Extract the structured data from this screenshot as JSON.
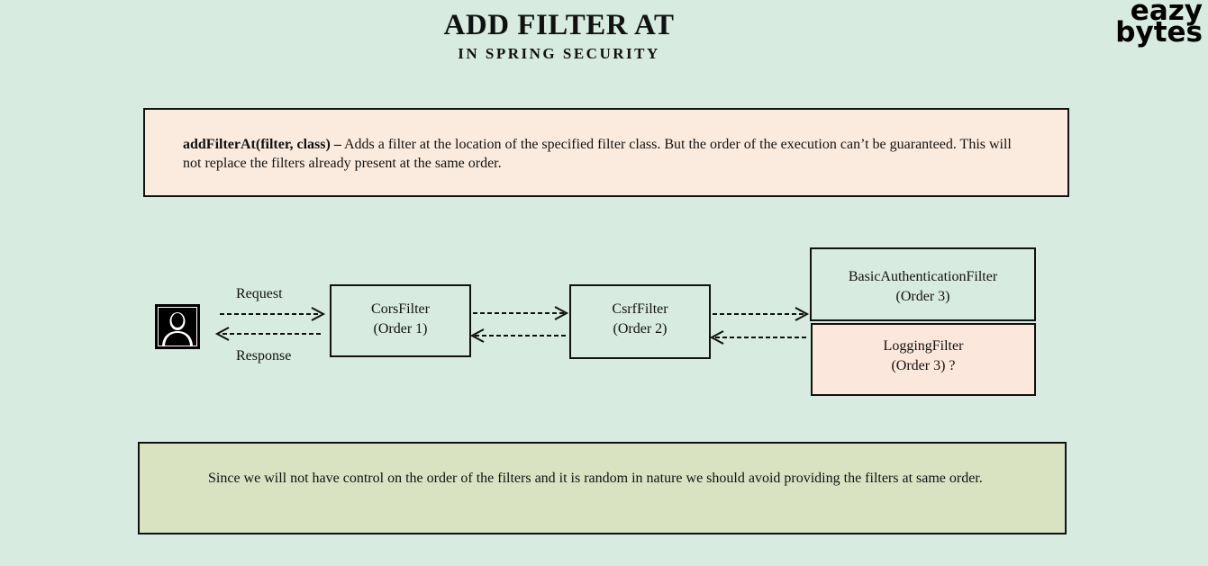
{
  "header": {
    "title": "ADD FILTER AT",
    "subtitle": "IN SPRING SECURITY"
  },
  "logo": {
    "line1": "eazy",
    "line2": "bytes"
  },
  "description": {
    "method": "addFilterAt(filter, class) –",
    "text": "Adds a filter at the location of  the specified filter class. But the order of  the execution can’t be guaranteed. This will not replace the filters already present at the same order."
  },
  "diagram": {
    "user_icon": "user-icon",
    "request_label": "Request",
    "response_label": "Response",
    "nodes": [
      {
        "id": "cors",
        "label": "CorsFilter",
        "order": "(Order 1)"
      },
      {
        "id": "csrf",
        "label": "CsrfFilter",
        "order": "(Order 2)"
      },
      {
        "id": "basic",
        "label": "BasicAuthenticationFilter",
        "order": "(Order 3)"
      },
      {
        "id": "logging",
        "label": "LoggingFilter",
        "order": "(Order 3) ?"
      }
    ]
  },
  "note": {
    "text": "Since we will not have control on the order of  the filters and it is random in nature we should avoid providing the filters at same order."
  },
  "colors": {
    "background": "#d7ebe0",
    "description_box": "#fbebde",
    "note_box": "#d9e3c1",
    "logging_box": "#fbe7dc"
  }
}
